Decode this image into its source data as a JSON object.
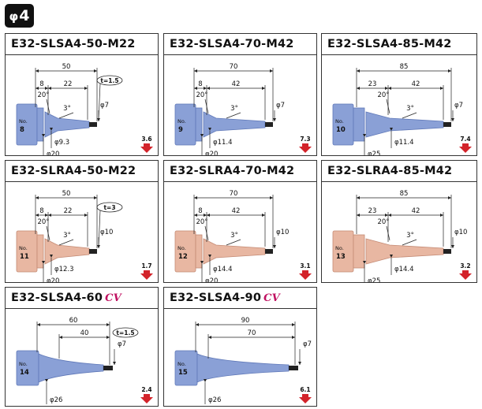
{
  "header": {
    "phi": "φ",
    "size": "4"
  },
  "colors": {
    "blue": "#8aa0d6",
    "blueDark": "#5f78b8",
    "pink": "#e8b7a2",
    "pinkDark": "#c48a74",
    "arrow": "#d3232a",
    "cv": "#c01060"
  },
  "panels": [
    {
      "title": "E32-SLSA4-50-M22",
      "cv": "",
      "no": "8",
      "pg": "3.6",
      "color": "blue",
      "type": "a",
      "dims": {
        "total": "50",
        "a": "8",
        "b": "22",
        "angle": "20°",
        "taper": "3°",
        "tip": "φ7",
        "d1": "φ9.3",
        "d2": "φ20",
        "t": "t=1.5"
      }
    },
    {
      "title": "E32-SLSA4-70-M42",
      "cv": "",
      "no": "9",
      "pg": "7.3",
      "color": "blue",
      "type": "b",
      "dims": {
        "total": "70",
        "a": "8",
        "b": "42",
        "angle": "20°",
        "taper": "3°",
        "tip": "φ7",
        "d1": "φ11.4",
        "d2": "φ20"
      }
    },
    {
      "title": "E32-SLSA4-85-M42",
      "cv": "",
      "no": "10",
      "pg": "7.4",
      "color": "blue",
      "type": "c",
      "dims": {
        "total": "85",
        "a": "23",
        "b": "42",
        "angle": "20°",
        "taper": "3°",
        "tip": "φ7",
        "d1": "φ11.4",
        "d2": "φ25"
      }
    },
    {
      "title": "E32-SLRA4-50-M22",
      "cv": "",
      "no": "11",
      "pg": "1.7",
      "color": "pink",
      "type": "a",
      "dims": {
        "total": "50",
        "a": "8",
        "b": "22",
        "angle": "20°",
        "taper": "3°",
        "tip": "φ10",
        "d1": "φ12.3",
        "d2": "φ20",
        "t": "t=3"
      }
    },
    {
      "title": "E32-SLRA4-70-M42",
      "cv": "",
      "no": "12",
      "pg": "3.1",
      "color": "pink",
      "type": "b",
      "dims": {
        "total": "70",
        "a": "8",
        "b": "42",
        "angle": "20°",
        "taper": "3°",
        "tip": "φ10",
        "d1": "φ14.4",
        "d2": "φ20"
      }
    },
    {
      "title": "E32-SLRA4-85-M42",
      "cv": "",
      "no": "13",
      "pg": "3.2",
      "color": "pink",
      "type": "c",
      "dims": {
        "total": "85",
        "a": "23",
        "b": "42",
        "angle": "20°",
        "taper": "3°",
        "tip": "φ10",
        "d1": "φ14.4",
        "d2": "φ25"
      }
    },
    {
      "title": "E32-SLSA4-60",
      "cv": "CV",
      "no": "14",
      "pg": "2.4",
      "color": "blue",
      "type": "d",
      "dims": {
        "total": "60",
        "b": "40",
        "tip": "φ7",
        "d2": "φ26",
        "t": "t=1.5"
      }
    },
    {
      "title": "E32-SLSA4-90",
      "cv": "CV",
      "no": "15",
      "pg": "6.1",
      "color": "blue",
      "type": "e",
      "dims": {
        "total": "90",
        "b": "70",
        "tip": "φ7",
        "d2": "φ26"
      }
    }
  ],
  "noLabel": "No."
}
